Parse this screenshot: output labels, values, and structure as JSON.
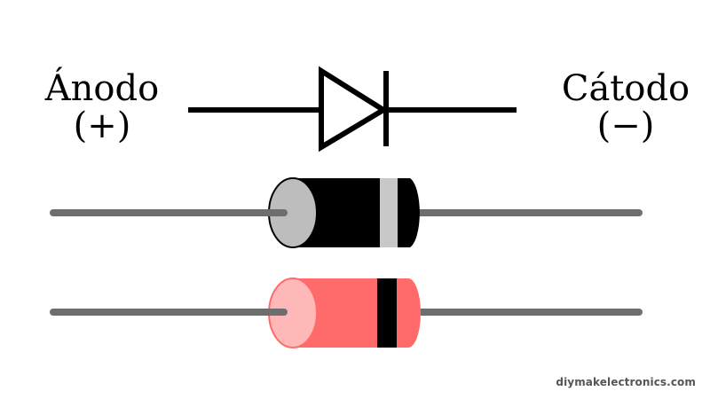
{
  "labels": {
    "anode": "Ánodo",
    "anode_sign": "(+)",
    "cathode": "Cátodo",
    "cathode_sign": "(−)"
  },
  "watermark": "diymakelectronics.com",
  "colors": {
    "lead": "#6e6e6e",
    "symbol": "#000000",
    "diode1_body": "#000000",
    "diode1_band": "#c8c8c8",
    "diode1_end": "#bdbdbd",
    "diode2_body": "#ff6b6b",
    "diode2_band": "#000000",
    "diode2_end": "#ffb8b8"
  },
  "icons": {
    "symbol": "diode-schematic-symbol",
    "component_1": "through-hole-diode-black-icon",
    "component_2": "through-hole-diode-red-icon"
  }
}
